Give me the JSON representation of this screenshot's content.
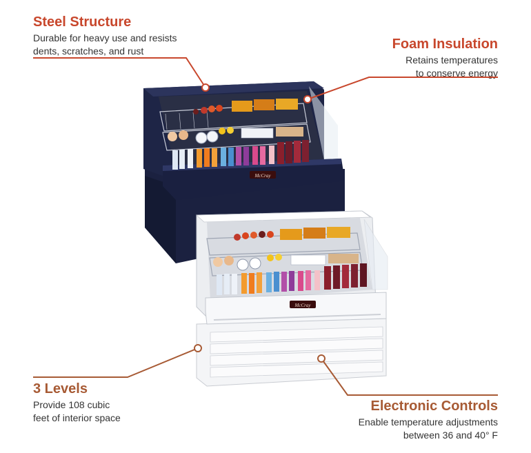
{
  "callouts": {
    "steel": {
      "title": "Steel Structure",
      "desc_line1": "Durable for heavy use and resists",
      "desc_line2": "dents, scratches, and rust"
    },
    "foam": {
      "title": "Foam Insulation",
      "desc_line1": "Retains temperatures",
      "desc_line2": "to conserve energy"
    },
    "levels": {
      "title": "3 Levels",
      "desc_line1": "Provide 108 cubic",
      "desc_line2": "feet of interior space"
    },
    "electronic": {
      "title": "Electronic Controls",
      "desc_line1": "Enable temperature adjustments",
      "desc_line2": "between 36 and 40° F"
    }
  },
  "brand_plate": "McCray",
  "colors": {
    "accent_red": "#c8472c",
    "accent_brown": "#a75a34",
    "navy_unit": "#1b2140",
    "white_unit": "#f2f3f5"
  }
}
